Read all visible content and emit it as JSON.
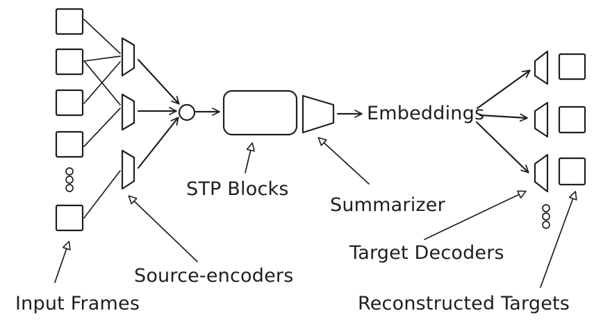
{
  "labels": {
    "input_frames": "Input Frames",
    "source_encoders": "Source-encoders",
    "stp_blocks": "STP Blocks",
    "summarizer": "Summarizer",
    "embeddings": "Embeddings",
    "target_decoders": "Target Decoders",
    "reconstructed_targets": "Reconstructed Targets"
  }
}
